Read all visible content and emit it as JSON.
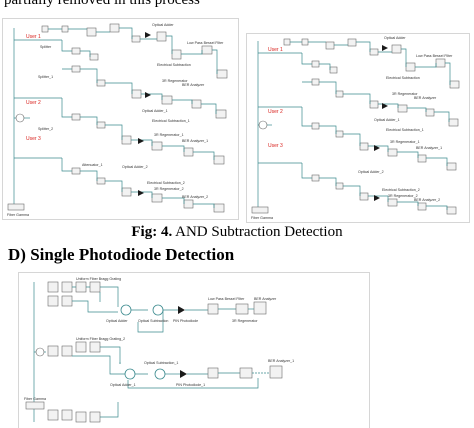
{
  "top_text": "partially removed in this process",
  "figure4": {
    "caption_label": "Fig: 4.",
    "caption_text": "AND Subtraction Detection",
    "left_panel": {
      "user_labels": [
        "User 1",
        "User 2",
        "User 3"
      ],
      "block_labels": [
        "Splitter",
        "Splitter_1",
        "Splitter_2",
        "Optical Adder",
        "Low Pass Bessel Filter",
        "Electrical Subtraction",
        "3R Regenerator",
        "BER Analyzer",
        "Optical Adder_1",
        "Electrical Subtraction_1",
        "3R Regenerator_1",
        "BER Analyzer_1",
        "Attenuator_1",
        "Optical Adder_2",
        "Electrical Subtraction_2",
        "3R Regenerator_2",
        "BER Analyzer_2",
        "Fiber Gamma"
      ]
    },
    "right_panel": {
      "user_labels": [
        "User 1",
        "User 2",
        "User 3"
      ],
      "block_labels": [
        "Optical Adder",
        "Low Pass Bessel Filter",
        "Electrical Subtraction",
        "3R Regenerator",
        "BER Analyzer",
        "Optical Adder_1",
        "Electrical Subtraction_1",
        "3R Regenerator_1",
        "BER Analyzer_1",
        "Optical Adder_2",
        "Electrical Subtraction_2",
        "3R Regenerator_2",
        "BER Analyzer_2",
        "Fiber Gamma"
      ]
    }
  },
  "section_heading": "D)   Single Photodiode Detection",
  "figure5": {
    "block_labels": [
      "Uniform Fiber Bragg Grating",
      "Optical Adder",
      "Optical Subtraction",
      "PIN Photodiode",
      "Low Pass Bessel Filter",
      "3R Regenerator",
      "BER Analyzer",
      "Uniform Fiber Bragg Grating_2",
      "Optical Adder_1",
      "Optical Subtraction_1",
      "PIN Photodiode_1",
      "BER Analyzer_1",
      "Fiber Gamma"
    ]
  },
  "colors": {
    "wire": "#3b8a8e",
    "user_label": "#d9231f",
    "block": "#f2f2f2"
  }
}
